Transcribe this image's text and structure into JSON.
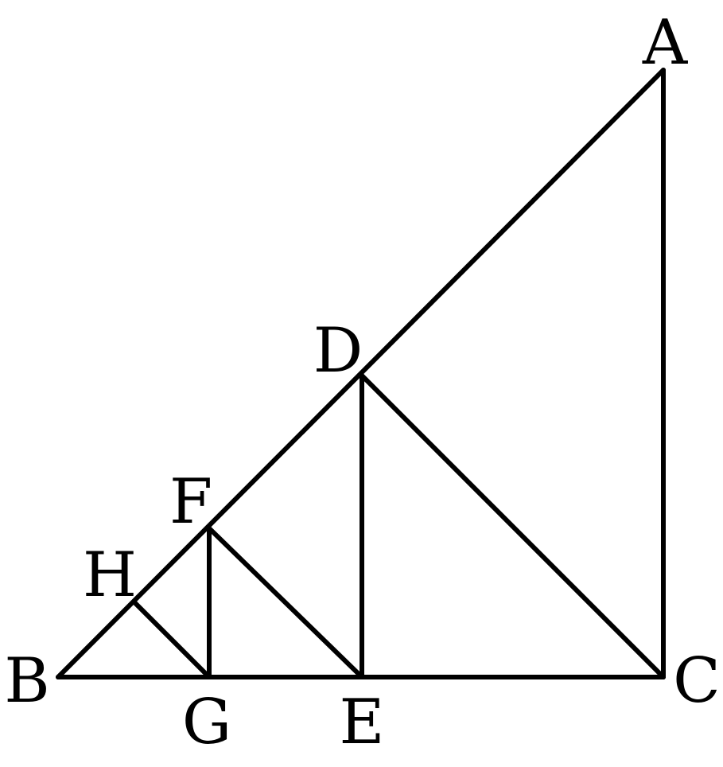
{
  "diagram": {
    "points": {
      "A": "A",
      "B": "B",
      "C": "C",
      "D": "D",
      "E": "E",
      "F": "F",
      "G": "G",
      "H": "H"
    },
    "segments": [
      "AB",
      "AC",
      "BC",
      "DE",
      "DC",
      "FG",
      "FE",
      "HG"
    ],
    "stroke_color": "#000000"
  }
}
